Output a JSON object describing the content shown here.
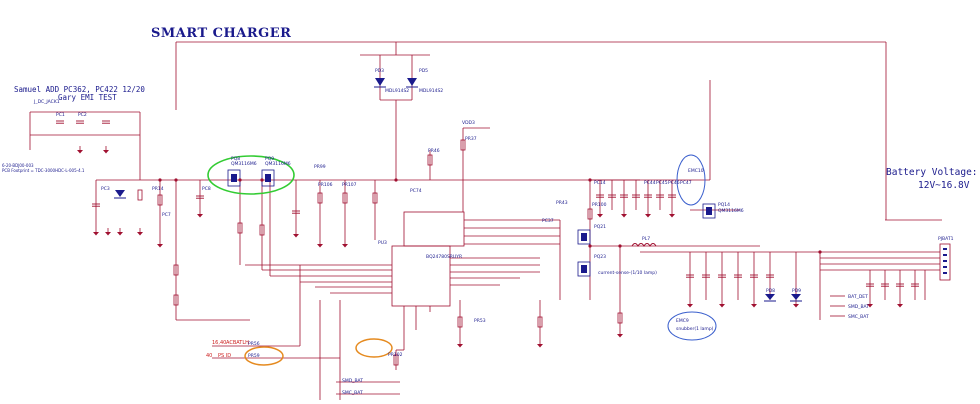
{
  "title": "SMART CHARGER",
  "notes": {
    "author_line1": "Samuel ADD PC362, PC422 12/20",
    "author_line2": "Gary EMI TEST",
    "footprint_line1": "6-20-BDJ00-003",
    "footprint_line2": "PCB Footprint = TDC-3000HDC-L-005-4.1",
    "battery_voltage_label": "Battery Voltage:",
    "battery_voltage_range": "12V~16.8V"
  },
  "labels": {
    "jack": "J_DC_JACK1",
    "pd_left": "PD3",
    "pd_left_part": "MDL914S2",
    "pd_right": "PD5",
    "pd_right_part": "MDL914S2",
    "pq_left": "PQ8",
    "pq_right": "PQ9",
    "pq_part": "QM3116M6",
    "pq14": "PQ14",
    "pq14_part": "QM3116M6",
    "ic": "PU3",
    "ic_part": "BQ24780SRUYR",
    "pq_high": "PQ21",
    "pq_low": "PQ23",
    "pl": "PL7",
    "bat_conn": "PJBAT1",
    "acdc": "ACBATLH",
    "acdc_num": "16,40",
    "ps_id": "PS ID",
    "ps_id_num": "40",
    "vdd": "VDD3",
    "smd_bat": "SMD_BAT",
    "smc_bat": "SMC_BAT",
    "bat_det": "BAT_DET",
    "note_cs": "current-sense-(1/10 lamp)",
    "note_snub": "snubber(1 lamp)",
    "pr56": "PR56",
    "pr59": "PR59",
    "pr102": "PR102",
    "pc1": "PC1",
    "pc2": "PC2",
    "pc3": "PC3",
    "pc7": "PC7",
    "pc8": "PC8",
    "pr14": "PR14",
    "pr37": "PR37",
    "pr99": "PR99",
    "pr106": "PR106",
    "pr107": "PR107",
    "pr43": "PR43",
    "pr46": "PR46",
    "pr53": "PR53",
    "pr100": "PR100",
    "pc37": "PC37",
    "pc74": "PC74",
    "pc14": "PC14",
    "pc44": "PC44",
    "pc45": "PC45",
    "pc46": "PC46",
    "pc47": "PC47",
    "pd8": "PD8",
    "pd9": "PD9",
    "emc9": "EMC9",
    "emc10": "EMC10"
  },
  "colors": {
    "wire": "#a01030",
    "text": "#1a1a8c",
    "highlight_green": "#33cc33",
    "highlight_orange": "#e58a1f",
    "highlight_blue": "#3a5fcd",
    "label": "#cc2020"
  }
}
